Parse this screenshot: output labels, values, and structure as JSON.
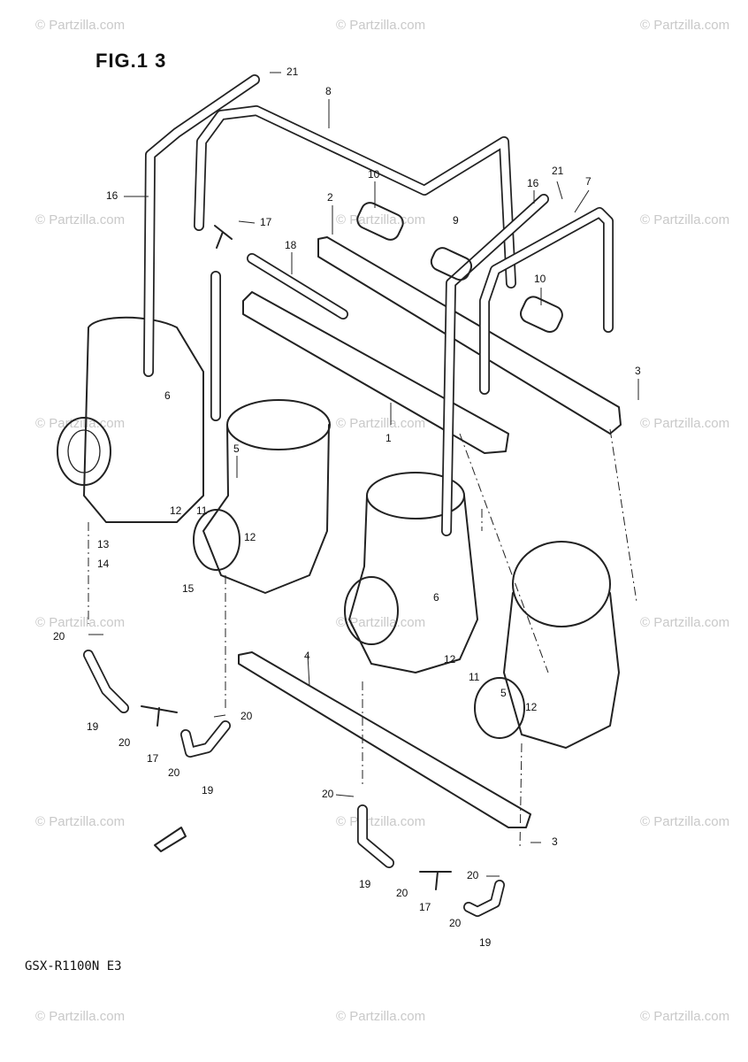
{
  "figure": {
    "title": "FIG.1 3",
    "model_code": "GSX-R1100N E3"
  },
  "watermark": {
    "text": "© Partzilla.com",
    "color": "#c9c9c9"
  },
  "callouts": [
    "21",
    "8",
    "16",
    "10",
    "17",
    "18",
    "2",
    "9",
    "21",
    "16",
    "7",
    "10",
    "3",
    "6",
    "1",
    "5",
    "12",
    "11",
    "12",
    "13",
    "14",
    "15",
    "6",
    "4",
    "12",
    "11",
    "5",
    "12",
    "20",
    "19",
    "20",
    "17",
    "20",
    "19",
    "20",
    "20",
    "19",
    "20",
    "17",
    "20",
    "19",
    "3",
    "20"
  ]
}
